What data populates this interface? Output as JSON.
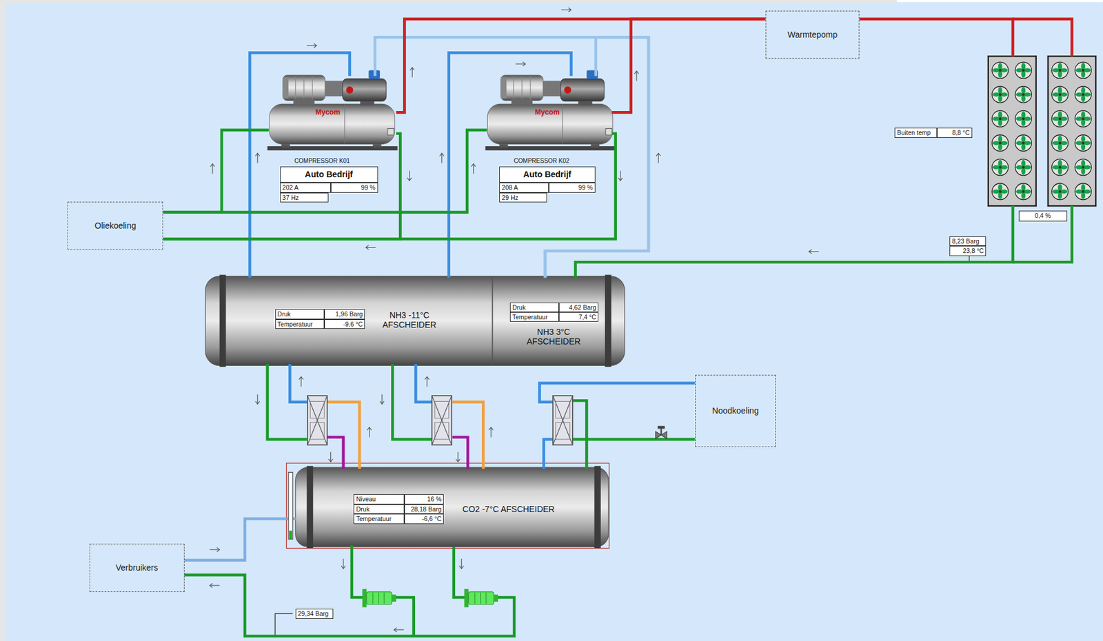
{
  "diagram": {
    "nodes": [
      {
        "text": [
          "Warmtepomp"
        ]
      },
      {
        "text": [
          "Mycom",
          "COMPRESSOR K01"
        ]
      },
      {
        "text": [
          "Mycom",
          "COMPRESSOR K02"
        ]
      },
      {
        "text": [
          "0,4 %"
        ]
      },
      {
        "text": [
          "Oliekoeling"
        ]
      },
      {
        "text": [
          "Druk",
          "1,96 Barg",
          "Temperatuur",
          "-9,6 °C",
          "NH3 -11°C AFSCHEIDER"
        ]
      },
      {
        "text": [
          "Druk",
          "4,62 Barg",
          "Temperatuur",
          "7,4 °C",
          "NH3 3°C AFSCHEIDER"
        ]
      },
      {
        "text": [
          "Noodkoeling"
        ]
      },
      {
        "text": [
          "Niveau",
          "16 %",
          "Druk",
          "28,18 Barg",
          "Temperatuur",
          "-6,6 °C",
          "CO2 -7°C AFSCHEIDER"
        ]
      },
      {
        "text": [
          "Verbruikers"
        ]
      }
    ],
    "edges": [
      {
        "from": 5,
        "to": 1,
        "arrow": "none"
      },
      {
        "from": 5,
        "to": 2,
        "arrow": "none"
      },
      {
        "from": 6,
        "to": 1,
        "arrow": "none"
      },
      {
        "from": 6,
        "to": 2,
        "arrow": "none"
      },
      {
        "from": 1,
        "to": 0,
        "arrow": "none"
      },
      {
        "from": 2,
        "to": 0,
        "arrow": "none"
      },
      {
        "from": 0,
        "to": 3,
        "arrow": "none"
      },
      {
        "from": 3,
        "to": 6,
        "arrow": "none"
      },
      {
        "from": 4,
        "to": 1,
        "arrow": "none"
      },
      {
        "from": 4,
        "to": 2,
        "arrow": "none"
      },
      {
        "from": 1,
        "to": 4,
        "arrow": "none"
      },
      {
        "from": 2,
        "to": 4,
        "arrow": "none"
      },
      {
        "from": 5,
        "to": 8,
        "arrow": "none"
      },
      {
        "from": 8,
        "to": 5,
        "arrow": "none"
      },
      {
        "from": 5,
        "to": 8,
        "arrow": "none"
      },
      {
        "from": 8,
        "to": 5,
        "arrow": "none"
      },
      {
        "from": 8,
        "to": 7,
        "arrow": "none"
      },
      {
        "from": 7,
        "to": 8,
        "arrow": "none"
      },
      {
        "from": 9,
        "to": 8,
        "arrow": "none"
      },
      {
        "from": 8,
        "to": 9,
        "arrow": "none"
      }
    ],
    "labels": [
      "Auto Bedrijf",
      "202 A",
      "99 %",
      "37 Hz",
      "Auto Bedrijf",
      "208 A",
      "99 %",
      "29 Hz",
      "Buiten temp",
      "8,8 °C",
      "8,23 Barg",
      "23,8 °C",
      "29,34 Barg"
    ]
  }
}
